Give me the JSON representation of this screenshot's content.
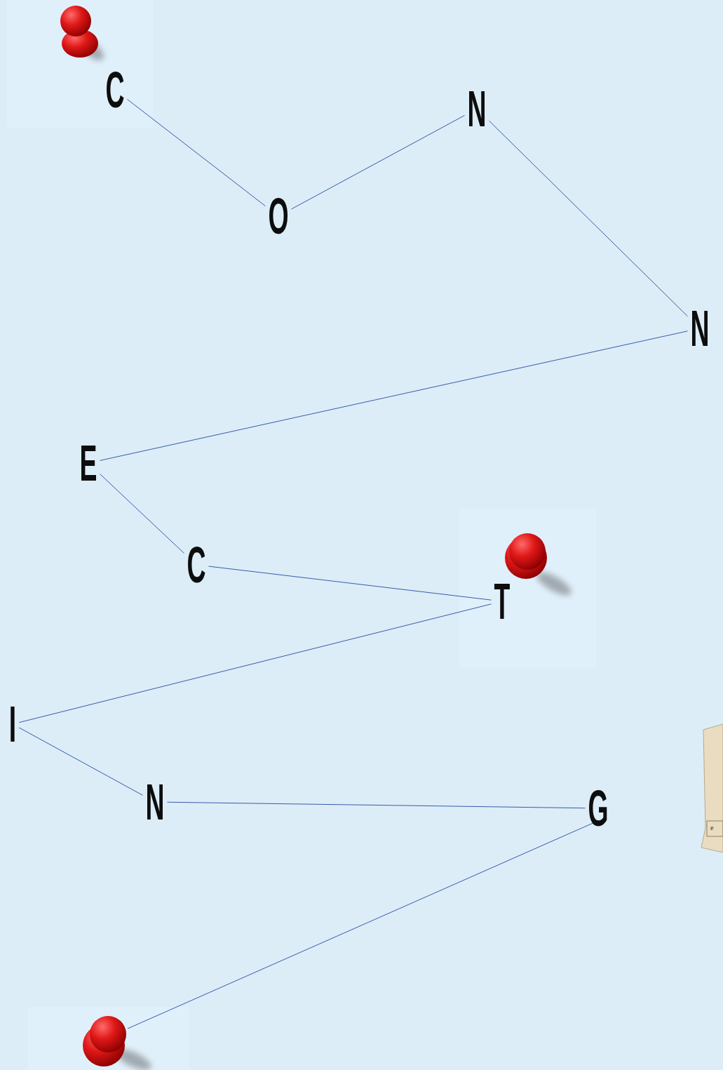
{
  "diagram": {
    "nodes": [
      {
        "text": [
          "C"
        ]
      },
      {
        "text": [
          "O"
        ]
      },
      {
        "text": [
          "N"
        ]
      },
      {
        "text": [
          "N"
        ]
      },
      {
        "text": [
          "E"
        ]
      },
      {
        "text": [
          "C"
        ]
      },
      {
        "text": [
          "T"
        ]
      },
      {
        "text": [
          "I"
        ]
      },
      {
        "text": [
          "N"
        ]
      },
      {
        "text": [
          "G"
        ]
      }
    ],
    "edges": [
      {
        "from": 0,
        "to": 1,
        "arrow": "none"
      },
      {
        "from": 1,
        "to": 2,
        "arrow": "none"
      },
      {
        "from": 2,
        "to": 3,
        "arrow": "none"
      },
      {
        "from": 3,
        "to": 4,
        "arrow": "none"
      },
      {
        "from": 4,
        "to": 5,
        "arrow": "none"
      },
      {
        "from": 5,
        "to": 6,
        "arrow": "none"
      },
      {
        "from": 6,
        "to": 7,
        "arrow": "none"
      },
      {
        "from": 7,
        "to": 8,
        "arrow": "none"
      },
      {
        "from": 8,
        "to": 9,
        "arrow": "none"
      }
    ],
    "labels": [
      "e"
    ]
  }
}
